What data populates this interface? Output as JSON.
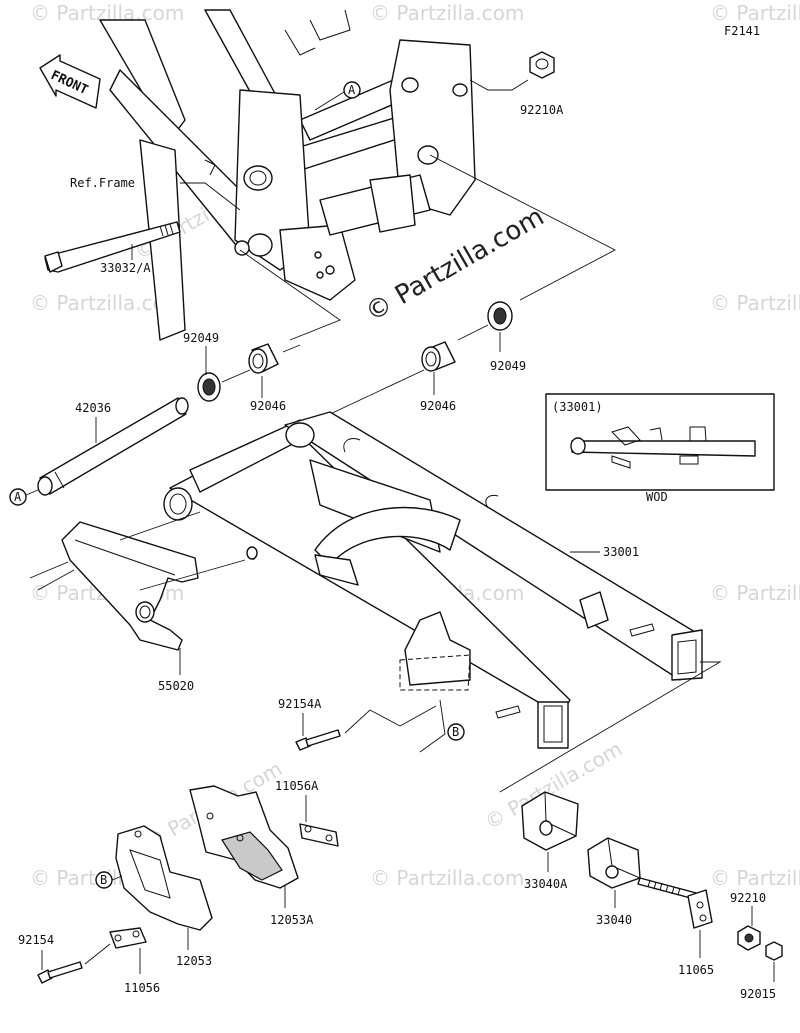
{
  "diagram_code": "F2141",
  "watermark": "© Partzilla.com",
  "front_label": "FRONT",
  "ref_frame": "Ref.Frame",
  "inset": {
    "title": "(33001)",
    "note": "WOD"
  },
  "callouts": {
    "a": "A",
    "b": "B"
  },
  "parts": {
    "p92210A": "92210A",
    "p33032A": "33032/A",
    "p92049_left": "92049",
    "p92046_left": "92046",
    "p92046_right": "92046",
    "p92049_right": "92049",
    "p42036": "42036",
    "p33001": "33001",
    "p55020": "55020",
    "p92154A": "92154A",
    "p11056A": "11056A",
    "p12053A": "12053A",
    "p12053": "12053",
    "p92154": "92154",
    "p11056": "11056",
    "p33040A": "33040A",
    "p33040": "33040",
    "p11065": "11065",
    "p92210": "92210",
    "p92015": "92015"
  }
}
